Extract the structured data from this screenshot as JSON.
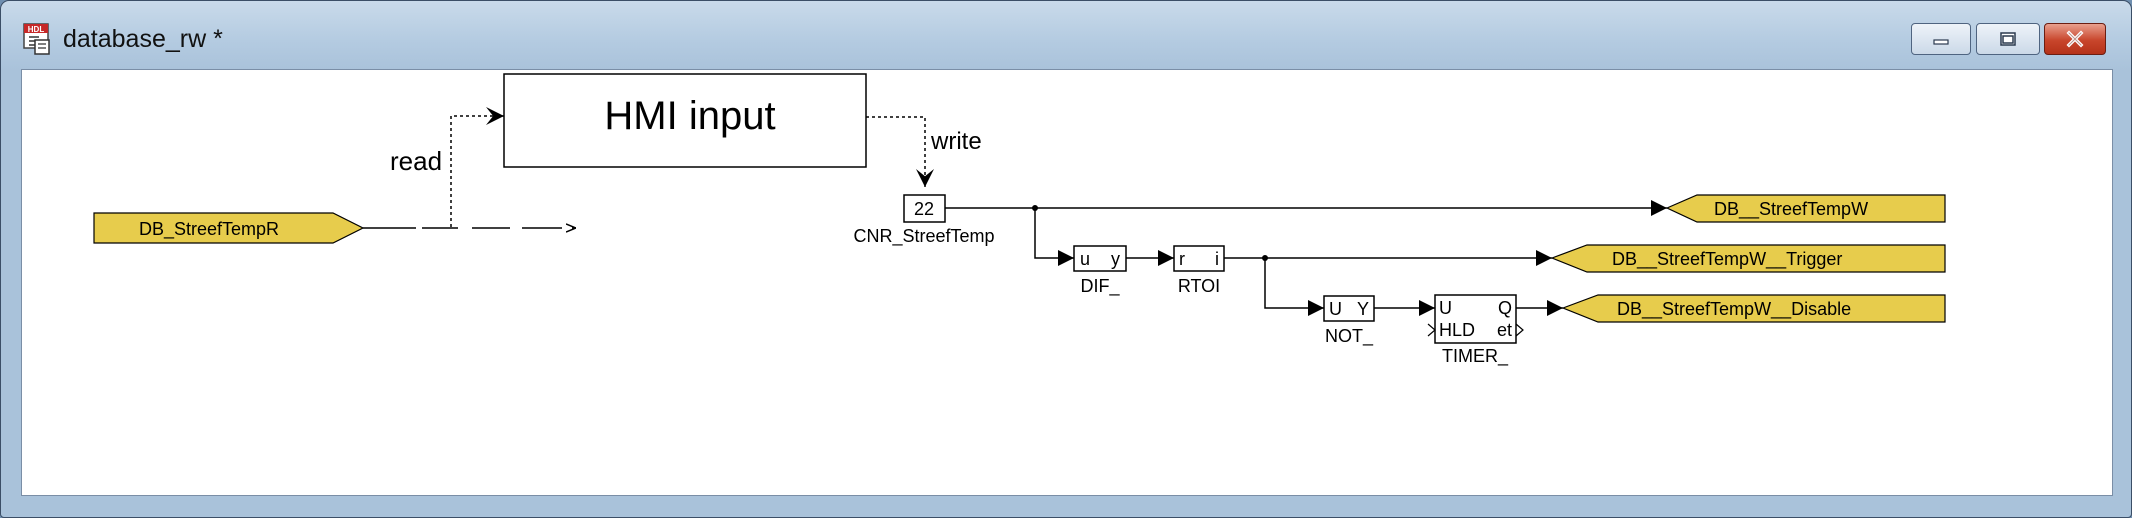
{
  "window": {
    "title": "database_rw *",
    "app_icon_text": "HDL"
  },
  "diagram": {
    "hmi_block_label": "HMI input",
    "read_label": "read",
    "write_label": "write",
    "input_tag": "DB_StreefTempR",
    "constant_value": "22",
    "constant_name": "CNR_StreefTemp",
    "blocks": {
      "dif": {
        "name": "DIF_",
        "in": "u",
        "out": "y"
      },
      "rtoi": {
        "name": "RTOI",
        "in": "r",
        "out": "i"
      },
      "not": {
        "name": "NOT_",
        "in": "U",
        "out": "Y"
      },
      "timer": {
        "name": "TIMER_",
        "in1": "U",
        "in2": "HLD",
        "out1": "Q",
        "out2": "et"
      }
    },
    "outputs": {
      "w": "DB__StreefTempW",
      "trigger": "DB__StreefTempW__Trigger",
      "disable": "DB__StreefTempW__Disable"
    },
    "tag_fill_color": "#e7cc4c"
  }
}
